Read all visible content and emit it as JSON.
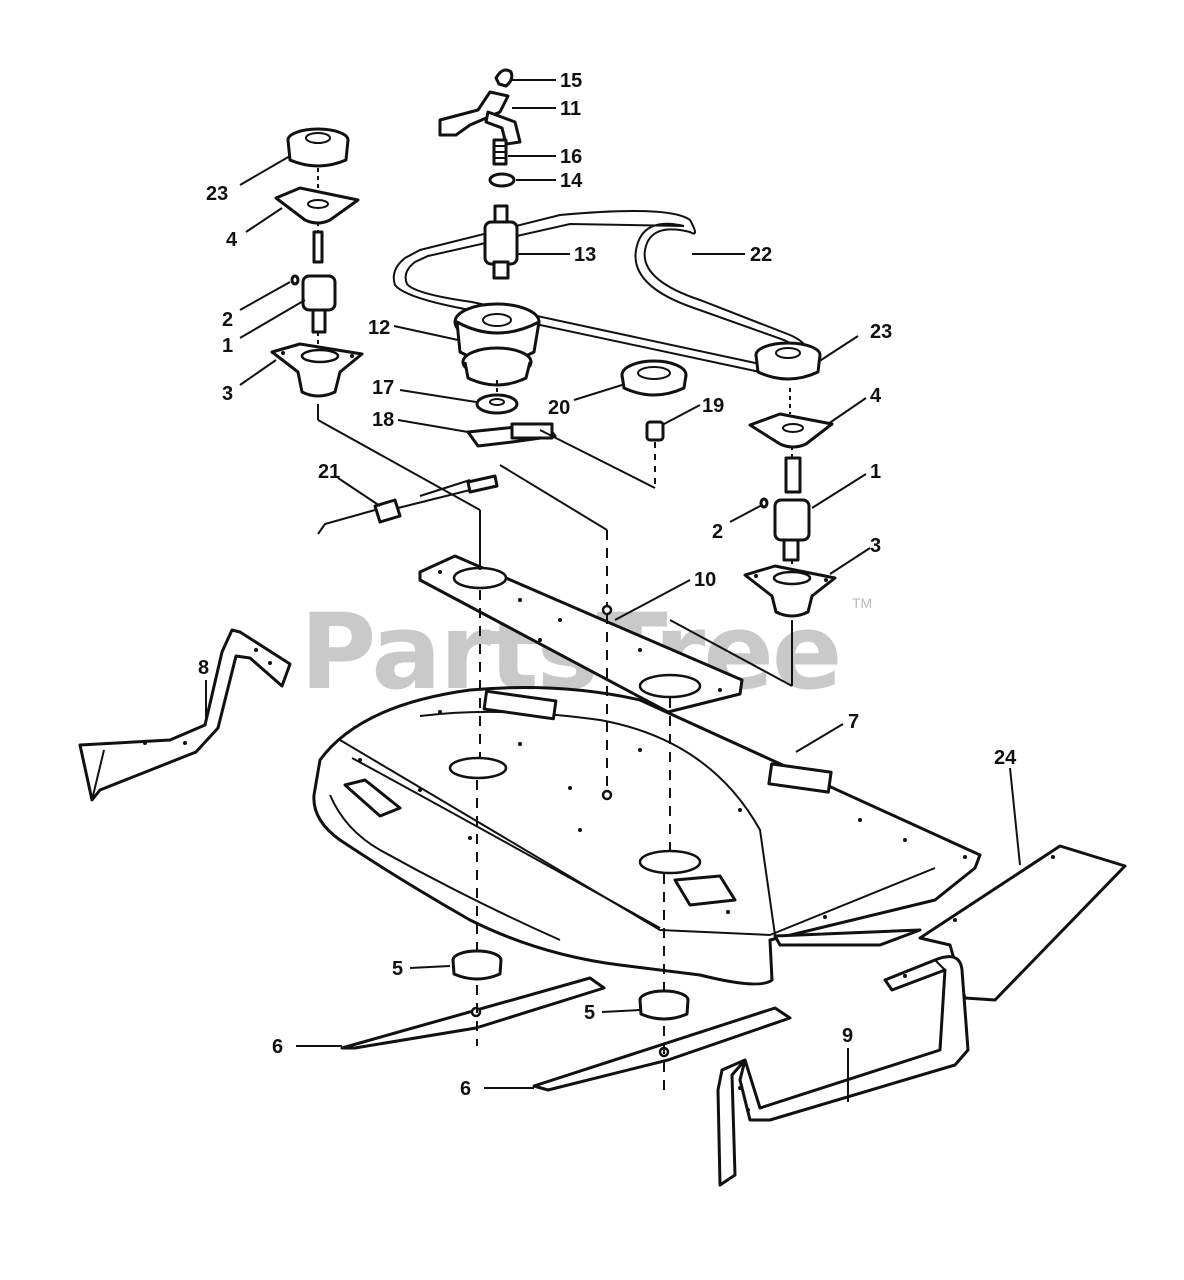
{
  "watermark": {
    "text": "PartsTree",
    "trademark": "TM"
  },
  "labels": [
    {
      "id": "label-15",
      "text": "15"
    },
    {
      "id": "label-11",
      "text": "11"
    },
    {
      "id": "label-16",
      "text": "16"
    },
    {
      "id": "label-14",
      "text": "14"
    },
    {
      "id": "label-13",
      "text": "13"
    },
    {
      "id": "label-22",
      "text": "22"
    },
    {
      "id": "label-23-left",
      "text": "23"
    },
    {
      "id": "label-4-left",
      "text": "4"
    },
    {
      "id": "label-2-left",
      "text": "2"
    },
    {
      "id": "label-1-left",
      "text": "1"
    },
    {
      "id": "label-3-left",
      "text": "3"
    },
    {
      "id": "label-12",
      "text": "12"
    },
    {
      "id": "label-17",
      "text": "17"
    },
    {
      "id": "label-18",
      "text": "18"
    },
    {
      "id": "label-20",
      "text": "20"
    },
    {
      "id": "label-19",
      "text": "19"
    },
    {
      "id": "label-23-right",
      "text": "23"
    },
    {
      "id": "label-4-right",
      "text": "4"
    },
    {
      "id": "label-1-right",
      "text": "1"
    },
    {
      "id": "label-2-right",
      "text": "2"
    },
    {
      "id": "label-3-right",
      "text": "3"
    },
    {
      "id": "label-21",
      "text": "21"
    },
    {
      "id": "label-10",
      "text": "10"
    },
    {
      "id": "label-8",
      "text": "8"
    },
    {
      "id": "label-7",
      "text": "7"
    },
    {
      "id": "label-24",
      "text": "24"
    },
    {
      "id": "label-5-left",
      "text": "5"
    },
    {
      "id": "label-5-right",
      "text": "5"
    },
    {
      "id": "label-6-left",
      "text": "6"
    },
    {
      "id": "label-6-right",
      "text": "6"
    },
    {
      "id": "label-9",
      "text": "9"
    }
  ]
}
